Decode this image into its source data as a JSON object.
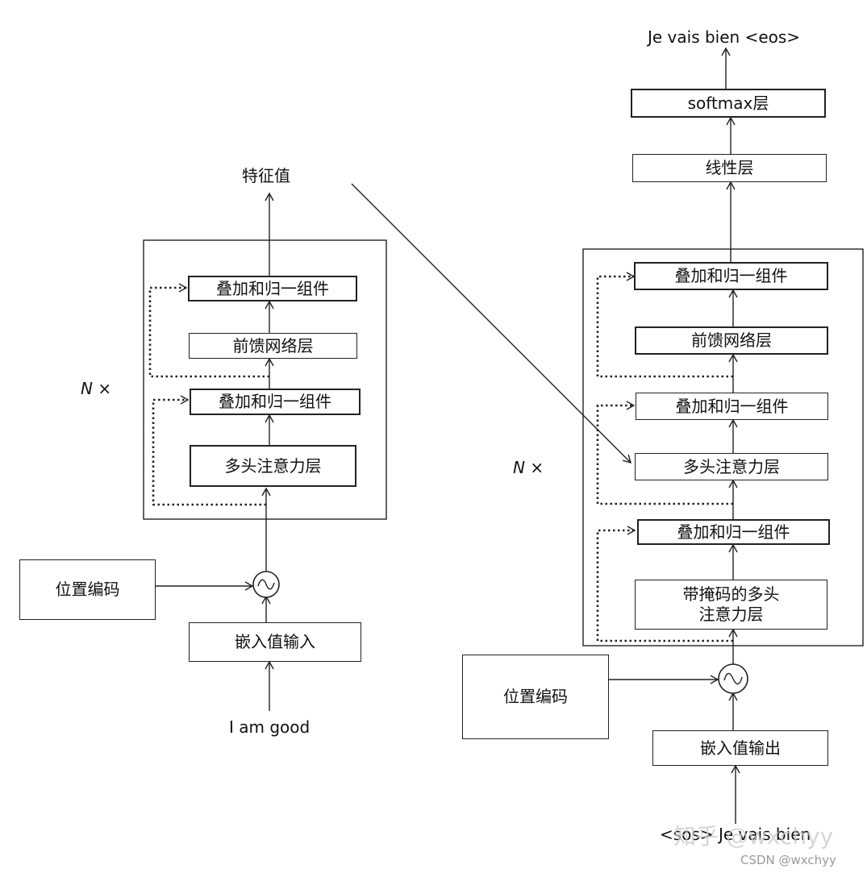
{
  "encoder": {
    "output_label": "特征值",
    "stack_label": "N ×",
    "add_norm_top": "叠加和归一组件",
    "feed_forward": "前馈网络层",
    "add_norm_bottom": "叠加和归一组件",
    "multi_head_attention": "多头注意力层",
    "positional_encoding": "位置编码",
    "input_embedding": "嵌入值输入",
    "input_text": "I am good"
  },
  "decoder": {
    "output_text": "Je vais bien <eos>",
    "softmax": "softmax层",
    "linear": "线性层",
    "stack_label": "N ×",
    "add_norm_top": "叠加和归一组件",
    "feed_forward": "前馈网络层",
    "add_norm_middle": "叠加和归一组件",
    "multi_head_attention": "多头注意力层",
    "add_norm_bottom": "叠加和归一组件",
    "masked_attention_line1": "带掩码的多头",
    "masked_attention_line2": "注意力层",
    "positional_encoding": "位置编码",
    "output_embedding": "嵌入值输出",
    "input_text": "<sos> Je vais bien"
  },
  "watermark": {
    "zhihu": "知乎 @wxchyy",
    "csdn": "CSDN @wxchyy"
  }
}
